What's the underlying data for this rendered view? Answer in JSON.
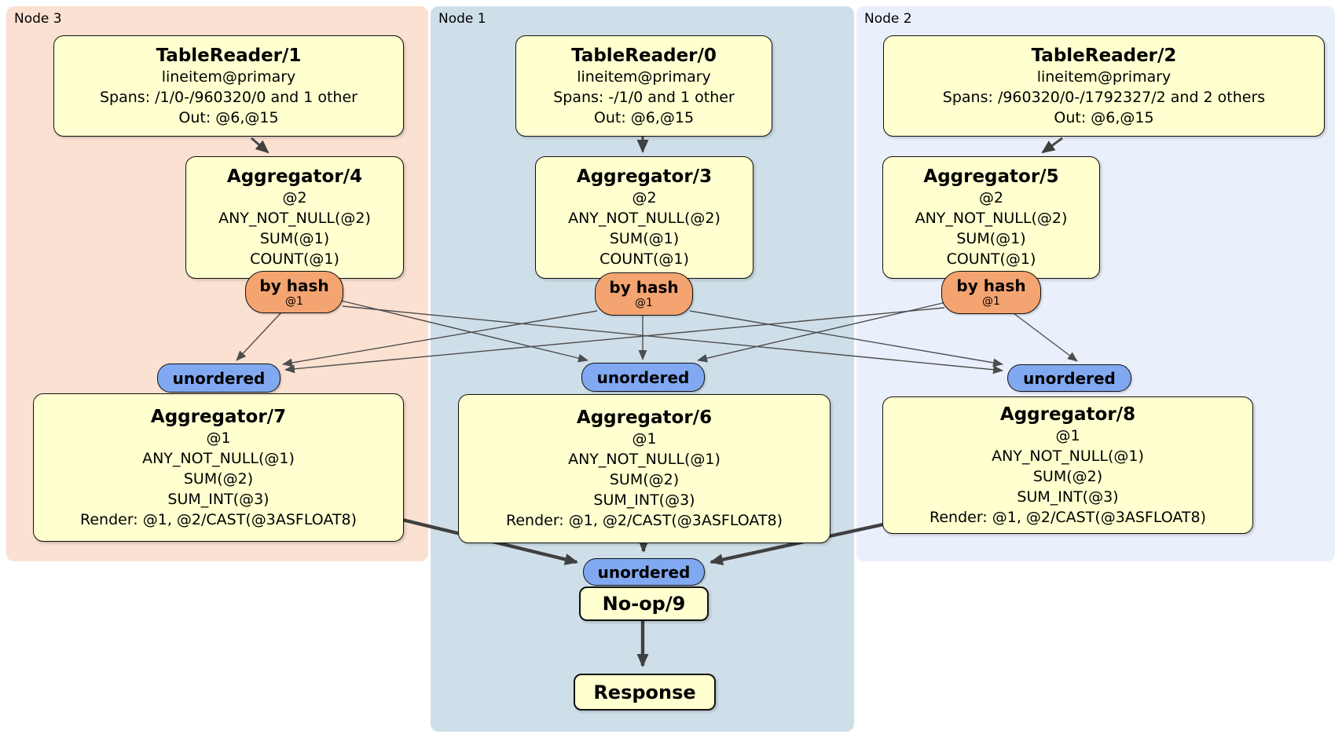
{
  "regions": {
    "node3": {
      "label": "Node 3"
    },
    "node1": {
      "label": "Node 1"
    },
    "node2": {
      "label": "Node 2"
    }
  },
  "boxes": {
    "tr1": {
      "title": "TableReader/1",
      "lines": [
        "lineitem@primary",
        "Spans: /1/0-/960320/0 and 1 other",
        "Out: @6,@15"
      ]
    },
    "tr0": {
      "title": "TableReader/0",
      "lines": [
        "lineitem@primary",
        "Spans: -/1/0 and 1 other",
        "Out: @6,@15"
      ]
    },
    "tr2": {
      "title": "TableReader/2",
      "lines": [
        "lineitem@primary",
        "Spans: /960320/0-/1792327/2 and 2 others",
        "Out: @6,@15"
      ]
    },
    "agg4": {
      "title": "Aggregator/4",
      "lines": [
        "@2",
        "ANY_NOT_NULL(@2)",
        "SUM(@1)",
        "COUNT(@1)"
      ]
    },
    "agg3": {
      "title": "Aggregator/3",
      "lines": [
        "@2",
        "ANY_NOT_NULL(@2)",
        "SUM(@1)",
        "COUNT(@1)"
      ]
    },
    "agg5": {
      "title": "Aggregator/5",
      "lines": [
        "@2",
        "ANY_NOT_NULL(@2)",
        "SUM(@1)",
        "COUNT(@1)"
      ]
    },
    "agg7": {
      "title": "Aggregator/7",
      "lines": [
        "@1",
        "ANY_NOT_NULL(@1)",
        "SUM(@2)",
        "SUM_INT(@3)",
        "Render: @1, @2/CAST(@3ASFLOAT8)"
      ]
    },
    "agg6": {
      "title": "Aggregator/6",
      "lines": [
        "@1",
        "ANY_NOT_NULL(@1)",
        "SUM(@2)",
        "SUM_INT(@3)",
        "Render: @1, @2/CAST(@3ASFLOAT8)"
      ]
    },
    "agg8": {
      "title": "Aggregator/8",
      "lines": [
        "@1",
        "ANY_NOT_NULL(@1)",
        "SUM(@2)",
        "SUM_INT(@3)",
        "Render: @1, @2/CAST(@3ASFLOAT8)"
      ]
    },
    "noop": {
      "title": "No-op/9"
    },
    "response": {
      "title": "Response"
    }
  },
  "routers": {
    "by_hash": {
      "label": "by hash",
      "detail": "@1"
    },
    "unordered": {
      "label": "unordered"
    }
  },
  "colors": {
    "node3_bg": "#fbe1d1",
    "node1_bg": "#cfdfe9",
    "node2_bg": "#eaf0fb",
    "processor_fill": "#ffffd0",
    "hash_router_fill": "#f4a470",
    "unordered_sync_fill": "#80a9f1",
    "edge": "#4d4d4d"
  }
}
